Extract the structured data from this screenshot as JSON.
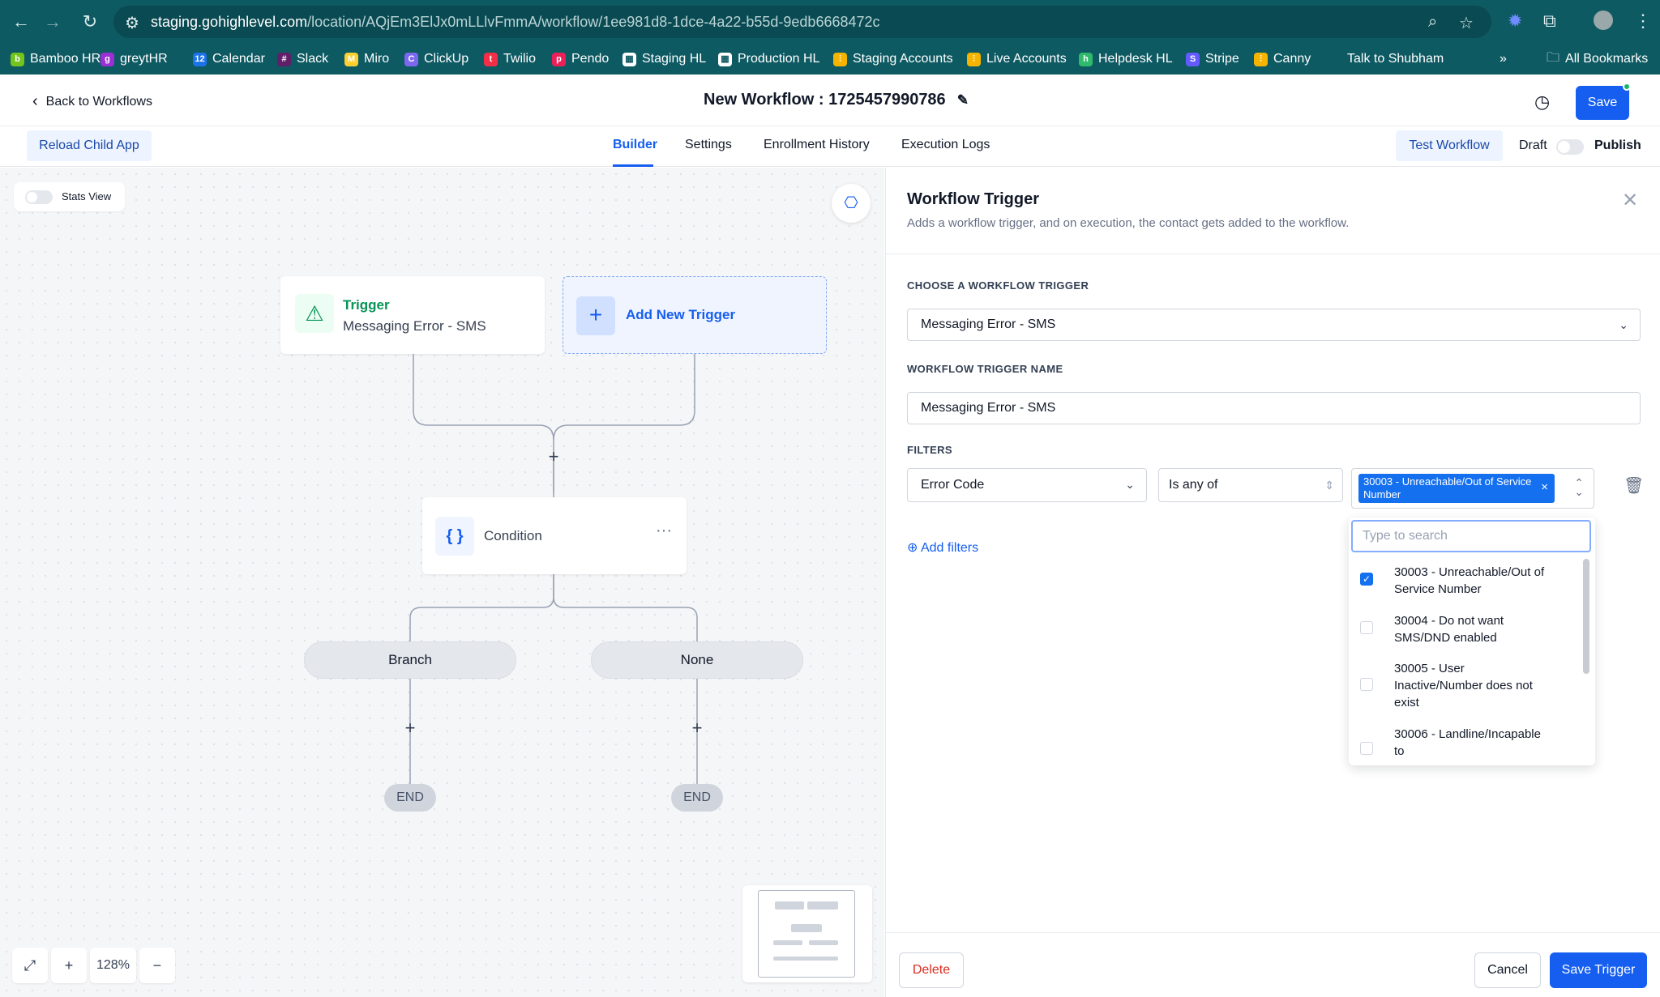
{
  "browser": {
    "url_host": "staging.gohighlevel.com",
    "url_path": "/location/AQjEm3ElJx0mLLlvFmmA/workflow/1ee981d8-1dce-4a22-b55d-9edb6668472c",
    "bookmarks": [
      {
        "label": "Bamboo HR",
        "color": "#73c41d",
        "glyph": "b"
      },
      {
        "label": "greytHR",
        "color": "#9b2fd6",
        "glyph": "g"
      },
      {
        "label": "Calendar",
        "color": "#1a73e8",
        "glyph": "12"
      },
      {
        "label": "Slack",
        "color": "#611f69",
        "glyph": "#"
      },
      {
        "label": "Miro",
        "color": "#ffd02f",
        "glyph": "M"
      },
      {
        "label": "ClickUp",
        "color": "#7b68ee",
        "glyph": "C"
      },
      {
        "label": "Twilio",
        "color": "#f22f46",
        "glyph": "t"
      },
      {
        "label": "Pendo",
        "color": "#ec2059",
        "glyph": "p"
      },
      {
        "label": "Staging HL",
        "color": "#ffffff",
        "glyph": "▦"
      },
      {
        "label": "Production HL",
        "color": "#ffffff",
        "glyph": "▦"
      },
      {
        "label": "Staging Accounts",
        "color": "#f5b400",
        "glyph": "⫶"
      },
      {
        "label": "Live Accounts",
        "color": "#f5b400",
        "glyph": "⫶"
      },
      {
        "label": "Helpdesk HL",
        "color": "#2fb96b",
        "glyph": "h"
      },
      {
        "label": "Stripe",
        "color": "#635bff",
        "glyph": "S"
      },
      {
        "label": "Canny",
        "color": "#f5b400",
        "glyph": "⫶"
      },
      {
        "label": "Talk to Shubham",
        "color": "",
        "glyph": ""
      }
    ],
    "all_bookmarks": "All Bookmarks",
    "more": "»"
  },
  "header": {
    "back_label": "Back to Workflows",
    "title": "New Workflow : 1725457990786",
    "save_label": "Save"
  },
  "subnav": {
    "reload_label": "Reload Child App",
    "tabs": [
      "Builder",
      "Settings",
      "Enrollment History",
      "Execution Logs"
    ],
    "active_tab": "Builder",
    "test_label": "Test Workflow",
    "draft_label": "Draft",
    "publish_label": "Publish"
  },
  "canvas": {
    "stats_label": "Stats View",
    "trigger_title": "Trigger",
    "trigger_sub": "Messaging Error - SMS",
    "add_trigger": "Add New Trigger",
    "condition_label": "Condition",
    "condition_more": "···",
    "branch_label": "Branch",
    "none_label": "None",
    "end_label": "END",
    "zoom": "128%"
  },
  "panel": {
    "title": "Workflow Trigger",
    "description": "Adds a workflow trigger, and on execution, the contact gets added to the workflow.",
    "choose_label": "CHOOSE A WORKFLOW TRIGGER",
    "trigger_value": "Messaging Error - SMS",
    "name_label": "WORKFLOW TRIGGER NAME",
    "name_value": "Messaging Error - SMS",
    "filters_label": "FILTERS",
    "filter_field": "Error Code",
    "filter_operator": "Is any of",
    "selected_chip": "30003 - Unreachable/Out of Service Number",
    "add_filters": "Add filters",
    "search_placeholder": "Type to search",
    "options": [
      {
        "label": "30003 - Unreachable/Out of Service Number",
        "checked": true
      },
      {
        "label": "30004 - Do not want SMS/DND enabled",
        "checked": false
      },
      {
        "label": "30005 - User Inactive/Number does not exist",
        "checked": false
      },
      {
        "label": "30006 - Landline/Incapable to",
        "checked": false
      }
    ],
    "delete_label": "Delete",
    "cancel_label": "Cancel",
    "save_trigger_label": "Save Trigger"
  }
}
